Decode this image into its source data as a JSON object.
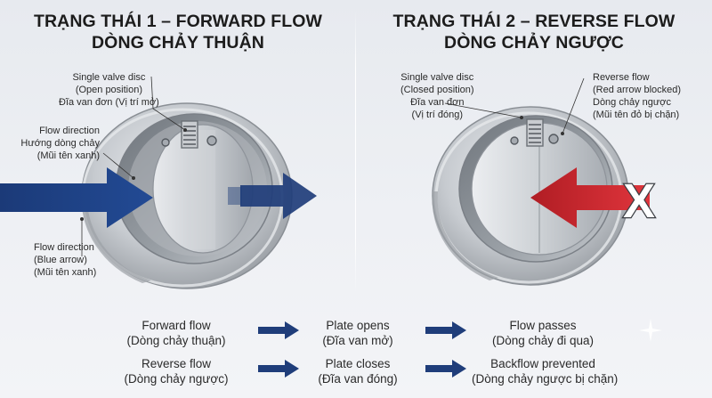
{
  "forward": {
    "title_line1": "TRẠNG THÁI 1 – FORWARD FLOW",
    "title_line2": "DÒNG CHẢY THUẬN",
    "disc_label": [
      "Single valve disc",
      "(Open position)",
      "Đĩa van đơn (Vị trí mở)"
    ],
    "flow_dir_label": [
      "Flow direction",
      "Hướng dòng chảy",
      "(Mũi tên xanh)"
    ],
    "flow_dir_label_2": [
      "Flow direction",
      "(Blue arrow)",
      "(Mũi tên xanh)"
    ]
  },
  "reverse": {
    "title_line1": "TRẠNG THÁI 2 – REVERSE FLOW",
    "title_line2": "DÒNG CHẢY NGƯỢC",
    "disc_label": [
      "Single valve disc",
      "(Closed position)",
      "Đĩa van đơn",
      "(Vị trí đóng)"
    ],
    "reverse_label": [
      "Reverse flow",
      "(Red arrow blocked)",
      "Dòng chảy ngược",
      "(Mũi tên đỏ bị chặn)"
    ],
    "blocked_mark": "X"
  },
  "legend": {
    "rows": [
      {
        "cause": [
          "Forward flow",
          "(Dòng chảy thuận)"
        ],
        "action": [
          "Plate opens",
          "(Đĩa van mở)"
        ],
        "result": [
          "Flow passes",
          "(Dòng chảy đi qua)"
        ]
      },
      {
        "cause": [
          "Reverse flow",
          "(Dòng chảy ngược)"
        ],
        "action": [
          "Plate closes",
          "(Đĩa van đóng)"
        ],
        "result": [
          "Backflow prevented",
          "(Dòng chảy ngược bị chặn)"
        ]
      }
    ]
  },
  "colors": {
    "blue_arrow": "#1f3d7a",
    "red_arrow": "#c8232b",
    "steel": "#b9bdc3",
    "title": "#1c1c1c"
  }
}
